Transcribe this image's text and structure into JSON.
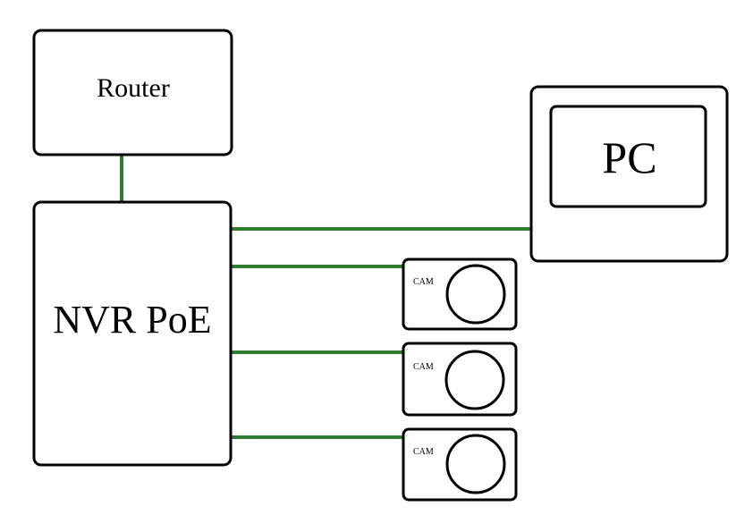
{
  "colors": {
    "link": "#2e7d32",
    "outline": "#000000",
    "background": "#ffffff"
  },
  "nodes": {
    "router": {
      "label": "Router"
    },
    "nvr": {
      "label": "NVR PoE"
    },
    "pc": {
      "label": "PC"
    },
    "cameras": [
      {
        "label": "CAM"
      },
      {
        "label": "CAM"
      },
      {
        "label": "CAM"
      }
    ]
  },
  "connections": [
    {
      "from": "router",
      "to": "nvr"
    },
    {
      "from": "nvr",
      "to": "pc"
    },
    {
      "from": "nvr",
      "to": "cam-1"
    },
    {
      "from": "nvr",
      "to": "cam-2"
    },
    {
      "from": "nvr",
      "to": "cam-3"
    }
  ]
}
